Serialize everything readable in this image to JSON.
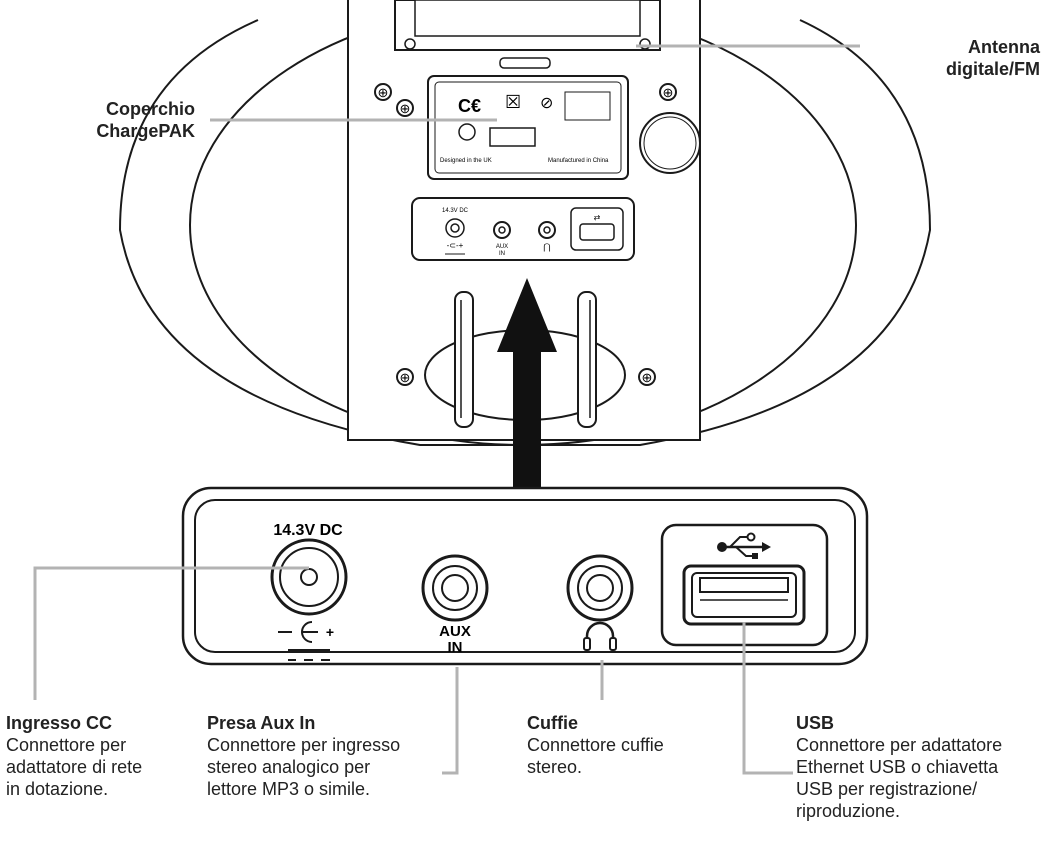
{
  "device": {
    "panel_voltage": "14.3V DC",
    "aux_label_1": "AUX",
    "aux_label_2": "IN",
    "small_voltage": "14.3V DC",
    "small_aux_1": "AUX",
    "small_aux_2": "IN",
    "sticker_designed": "Designed in the UK",
    "sticker_made": "Manufactured in China"
  },
  "callouts": {
    "antenna": {
      "title": "Antenna\ndigitale/FM"
    },
    "cover": {
      "title": "Coperchio\nChargePAK"
    },
    "dc": {
      "title": "Ingresso CC",
      "desc": "Connettore per\nadattatore di rete\nin dotazione."
    },
    "aux": {
      "title": "Presa Aux In",
      "desc": "Connettore per ingresso\nstereo analogico per\nlettore MP3 o simile."
    },
    "headphones": {
      "title": "Cuffie",
      "desc": "Connettore cuffie\nstereo."
    },
    "usb": {
      "title": "USB",
      "desc": "Connettore per adattatore\nEthernet USB o chiavetta\nUSB per registrazione/\nriproduzione."
    }
  },
  "colors": {
    "leader": "#b3b3b3",
    "outline": "#1a1a1a",
    "arrow": "#111111"
  }
}
